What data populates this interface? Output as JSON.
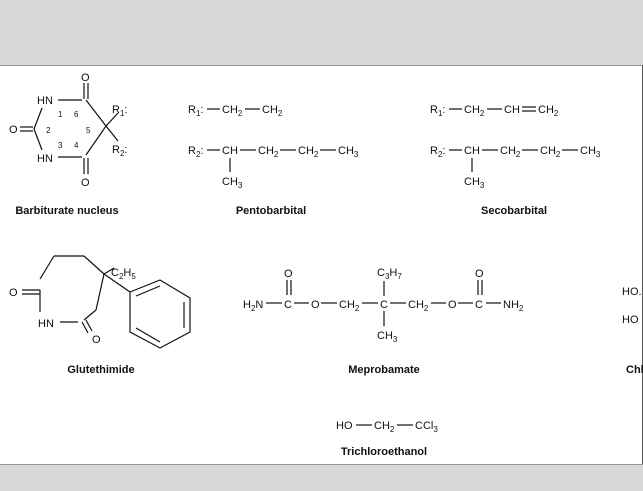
{
  "figure": {
    "captions": {
      "barbiturate": "Barbiturate nucleus",
      "pentobarbital": "Pentobarbital",
      "secobarbital": "Secobarbital",
      "glutethimide": "Glutethimide",
      "meprobamate": "Meprobamate",
      "chl": "Chl",
      "trichloroethanol": "Trichloroethanol"
    },
    "barbiturate": {
      "o": "O",
      "hn": "HN",
      "r1": "R",
      "r1sub": "1",
      "r2": "R",
      "r2sub": "2",
      "colon": ":",
      "ring_numbers": [
        "1",
        "2",
        "3",
        "4",
        "5",
        "6"
      ]
    },
    "pentobarbital": {
      "r1": "R",
      "r1sub": "1",
      "r2": "R",
      "r2sub": "2",
      "colon": ":",
      "ch": "CH",
      "ch2": "CH",
      "ch3": "CH",
      "two": "2",
      "three": "3"
    },
    "secobarbital": {
      "r1": "R",
      "r1sub": "1",
      "r2": "R",
      "r2sub": "2",
      "colon": ":",
      "ch": "CH",
      "ch2": "CH",
      "ch3": "CH",
      "two": "2",
      "three": "3"
    },
    "glutethimide": {
      "o": "O",
      "hn": "HN",
      "c": "C",
      "h": "H",
      "two": "2",
      "five": "5"
    },
    "meprobamate": {
      "h": "H",
      "two": "2",
      "n": "N",
      "c": "C",
      "o": "O",
      "ch": "CH",
      "three": "3",
      "seven": "7",
      "nh": "NH"
    },
    "chl_fragment": {
      "ho1": "HO.",
      "ho2": "HO"
    },
    "trichloroethanol": {
      "ho": "HO",
      "ch": "CH",
      "two": "2",
      "ccl": "CCl",
      "three": "3"
    }
  }
}
